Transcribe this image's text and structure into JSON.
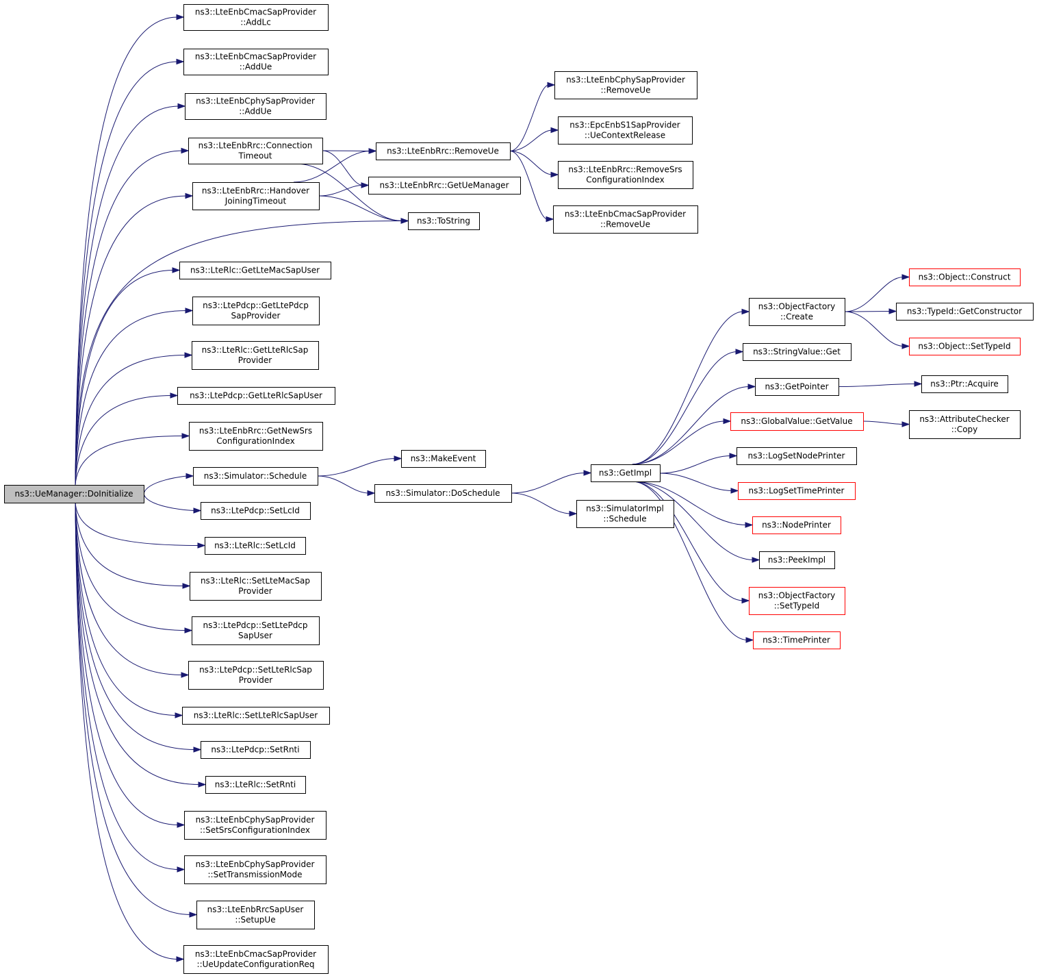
{
  "graph": {
    "nodes": [
      {
        "id": "root",
        "lines": [
          "ns3::UeManager::DoInitialize"
        ],
        "style": "root"
      },
      {
        "id": "addlc",
        "lines": [
          "ns3::LteEnbCmacSapProvider",
          "::AddLc"
        ]
      },
      {
        "id": "addue_cmac",
        "lines": [
          "ns3::LteEnbCmacSapProvider",
          "::AddUe"
        ]
      },
      {
        "id": "addue_cphy",
        "lines": [
          "ns3::LteEnbCphySapProvider",
          "::AddUe"
        ]
      },
      {
        "id": "conn_timeout",
        "lines": [
          "ns3::LteEnbRrc::Connection",
          "Timeout"
        ]
      },
      {
        "id": "ho_timeout",
        "lines": [
          "ns3::LteEnbRrc::Handover",
          "JoiningTimeout"
        ]
      },
      {
        "id": "tostring",
        "lines": [
          "ns3::ToString"
        ]
      },
      {
        "id": "removeue",
        "lines": [
          "ns3::LteEnbRrc::RemoveUe"
        ]
      },
      {
        "id": "getuemanager",
        "lines": [
          "ns3::LteEnbRrc::GetUeManager"
        ]
      },
      {
        "id": "cphy_removeue",
        "lines": [
          "ns3::LteEnbCphySapProvider",
          "::RemoveUe"
        ]
      },
      {
        "id": "uectxrelease",
        "lines": [
          "ns3::EpcEnbS1SapProvider",
          "::UeContextRelease"
        ]
      },
      {
        "id": "removesrs",
        "lines": [
          "ns3::LteEnbRrc::RemoveSrs",
          "ConfigurationIndex"
        ]
      },
      {
        "id": "cmac_removeue",
        "lines": [
          "ns3::LteEnbCmacSapProvider",
          "::RemoveUe"
        ]
      },
      {
        "id": "getltemacsapuser",
        "lines": [
          "ns3::LteRlc::GetLteMacSapUser"
        ]
      },
      {
        "id": "getltepdcpsapprov",
        "lines": [
          "ns3::LtePdcp::GetLtePdcp",
          "SapProvider"
        ]
      },
      {
        "id": "getlterlcsapprov",
        "lines": [
          "ns3::LteRlc::GetLteRlcSap",
          "Provider"
        ]
      },
      {
        "id": "getlterlcsapuser",
        "lines": [
          "ns3::LtePdcp::GetLteRlcSapUser"
        ]
      },
      {
        "id": "getnewsrs",
        "lines": [
          "ns3::LteEnbRrc::GetNewSrs",
          "ConfigurationIndex"
        ]
      },
      {
        "id": "sim_schedule",
        "lines": [
          "ns3::Simulator::Schedule"
        ]
      },
      {
        "id": "makeevent",
        "lines": [
          "ns3::MakeEvent"
        ]
      },
      {
        "id": "doschedule",
        "lines": [
          "ns3::Simulator::DoSchedule"
        ]
      },
      {
        "id": "getimpl",
        "lines": [
          "ns3::GetImpl"
        ]
      },
      {
        "id": "simimpl_schedule",
        "lines": [
          "ns3::SimulatorImpl",
          "::Schedule"
        ]
      },
      {
        "id": "pdcp_setlcid",
        "lines": [
          "ns3::LtePdcp::SetLcId"
        ]
      },
      {
        "id": "rlc_setlcid",
        "lines": [
          "ns3::LteRlc::SetLcId"
        ]
      },
      {
        "id": "setltemacsapprov",
        "lines": [
          "ns3::LteRlc::SetLteMacSap",
          "Provider"
        ]
      },
      {
        "id": "setltepdcpsapuser",
        "lines": [
          "ns3::LtePdcp::SetLtePdcp",
          "SapUser"
        ]
      },
      {
        "id": "setlterlcsapprov",
        "lines": [
          "ns3::LtePdcp::SetLteRlcSap",
          "Provider"
        ]
      },
      {
        "id": "setlterlcsapuser",
        "lines": [
          "ns3::LteRlc::SetLteRlcSapUser"
        ]
      },
      {
        "id": "pdcp_setrnti",
        "lines": [
          "ns3::LtePdcp::SetRnti"
        ]
      },
      {
        "id": "rlc_setrnti",
        "lines": [
          "ns3::LteRlc::SetRnti"
        ]
      },
      {
        "id": "setsrscfgidx",
        "lines": [
          "ns3::LteEnbCphySapProvider",
          "::SetSrsConfigurationIndex"
        ]
      },
      {
        "id": "settxmode",
        "lines": [
          "ns3::LteEnbCphySapProvider",
          "::SetTransmissionMode"
        ]
      },
      {
        "id": "setupue",
        "lines": [
          "ns3::LteEnbRrcSapUser",
          "::SetupUe"
        ]
      },
      {
        "id": "ueupdatecfg",
        "lines": [
          "ns3::LteEnbCmacSapProvider",
          "::UeUpdateConfigurationReq"
        ]
      },
      {
        "id": "objfactory_create",
        "lines": [
          "ns3::ObjectFactory",
          "::Create"
        ]
      },
      {
        "id": "obj_construct",
        "lines": [
          "ns3::Object::Construct"
        ],
        "style": "red"
      },
      {
        "id": "getconstructor",
        "lines": [
          "ns3::TypeId::GetConstructor"
        ]
      },
      {
        "id": "obj_settypeid",
        "lines": [
          "ns3::Object::SetTypeId"
        ],
        "style": "red"
      },
      {
        "id": "stringvalue_get",
        "lines": [
          "ns3::StringValue::Get"
        ]
      },
      {
        "id": "getpointer",
        "lines": [
          "ns3::GetPointer"
        ]
      },
      {
        "id": "ptr_acquire",
        "lines": [
          "ns3::Ptr::Acquire"
        ]
      },
      {
        "id": "globalvalue_getvalue",
        "lines": [
          "ns3::GlobalValue::GetValue"
        ],
        "style": "red"
      },
      {
        "id": "attrchecker_copy",
        "lines": [
          "ns3::AttributeChecker",
          "::Copy"
        ]
      },
      {
        "id": "logsetnodeprinter",
        "lines": [
          "ns3::LogSetNodePrinter"
        ]
      },
      {
        "id": "logsettimeprinter",
        "lines": [
          "ns3::LogSetTimePrinter"
        ],
        "style": "red"
      },
      {
        "id": "nodeprinter",
        "lines": [
          "ns3::NodePrinter"
        ],
        "style": "red"
      },
      {
        "id": "peekimpl",
        "lines": [
          "ns3::PeekImpl"
        ]
      },
      {
        "id": "objfactory_settypeid",
        "lines": [
          "ns3::ObjectFactory",
          "::SetTypeId"
        ],
        "style": "red"
      },
      {
        "id": "timeprinter",
        "lines": [
          "ns3::TimePrinter"
        ],
        "style": "red"
      }
    ],
    "edges": [
      [
        "root",
        "addlc"
      ],
      [
        "root",
        "addue_cmac"
      ],
      [
        "root",
        "addue_cphy"
      ],
      [
        "root",
        "conn_timeout"
      ],
      [
        "root",
        "ho_timeout"
      ],
      [
        "root",
        "tostring"
      ],
      [
        "root",
        "getltemacsapuser"
      ],
      [
        "root",
        "getltepdcpsapprov"
      ],
      [
        "root",
        "getlterlcsapprov"
      ],
      [
        "root",
        "getlterlcsapuser"
      ],
      [
        "root",
        "getnewsrs"
      ],
      [
        "root",
        "sim_schedule"
      ],
      [
        "root",
        "pdcp_setlcid"
      ],
      [
        "root",
        "rlc_setlcid"
      ],
      [
        "root",
        "setltemacsapprov"
      ],
      [
        "root",
        "setltepdcpsapuser"
      ],
      [
        "root",
        "setlterlcsapprov"
      ],
      [
        "root",
        "setlterlcsapuser"
      ],
      [
        "root",
        "pdcp_setrnti"
      ],
      [
        "root",
        "rlc_setrnti"
      ],
      [
        "root",
        "setsrscfgidx"
      ],
      [
        "root",
        "settxmode"
      ],
      [
        "root",
        "setupue"
      ],
      [
        "root",
        "ueupdatecfg"
      ],
      [
        "conn_timeout",
        "removeue"
      ],
      [
        "conn_timeout",
        "getuemanager"
      ],
      [
        "conn_timeout",
        "tostring"
      ],
      [
        "ho_timeout",
        "removeue"
      ],
      [
        "ho_timeout",
        "getuemanager"
      ],
      [
        "ho_timeout",
        "tostring"
      ],
      [
        "removeue",
        "cphy_removeue"
      ],
      [
        "removeue",
        "uectxrelease"
      ],
      [
        "removeue",
        "removesrs"
      ],
      [
        "removeue",
        "cmac_removeue"
      ],
      [
        "sim_schedule",
        "makeevent"
      ],
      [
        "sim_schedule",
        "doschedule"
      ],
      [
        "doschedule",
        "getimpl"
      ],
      [
        "doschedule",
        "simimpl_schedule"
      ],
      [
        "getimpl",
        "objfactory_create"
      ],
      [
        "getimpl",
        "stringvalue_get"
      ],
      [
        "getimpl",
        "getpointer"
      ],
      [
        "getimpl",
        "globalvalue_getvalue"
      ],
      [
        "getimpl",
        "logsetnodeprinter"
      ],
      [
        "getimpl",
        "logsettimeprinter"
      ],
      [
        "getimpl",
        "nodeprinter"
      ],
      [
        "getimpl",
        "peekimpl"
      ],
      [
        "getimpl",
        "objfactory_settypeid"
      ],
      [
        "getimpl",
        "timeprinter"
      ],
      [
        "objfactory_create",
        "obj_construct"
      ],
      [
        "objfactory_create",
        "getconstructor"
      ],
      [
        "objfactory_create",
        "obj_settypeid"
      ],
      [
        "getpointer",
        "ptr_acquire"
      ],
      [
        "globalvalue_getvalue",
        "attrchecker_copy"
      ]
    ]
  }
}
